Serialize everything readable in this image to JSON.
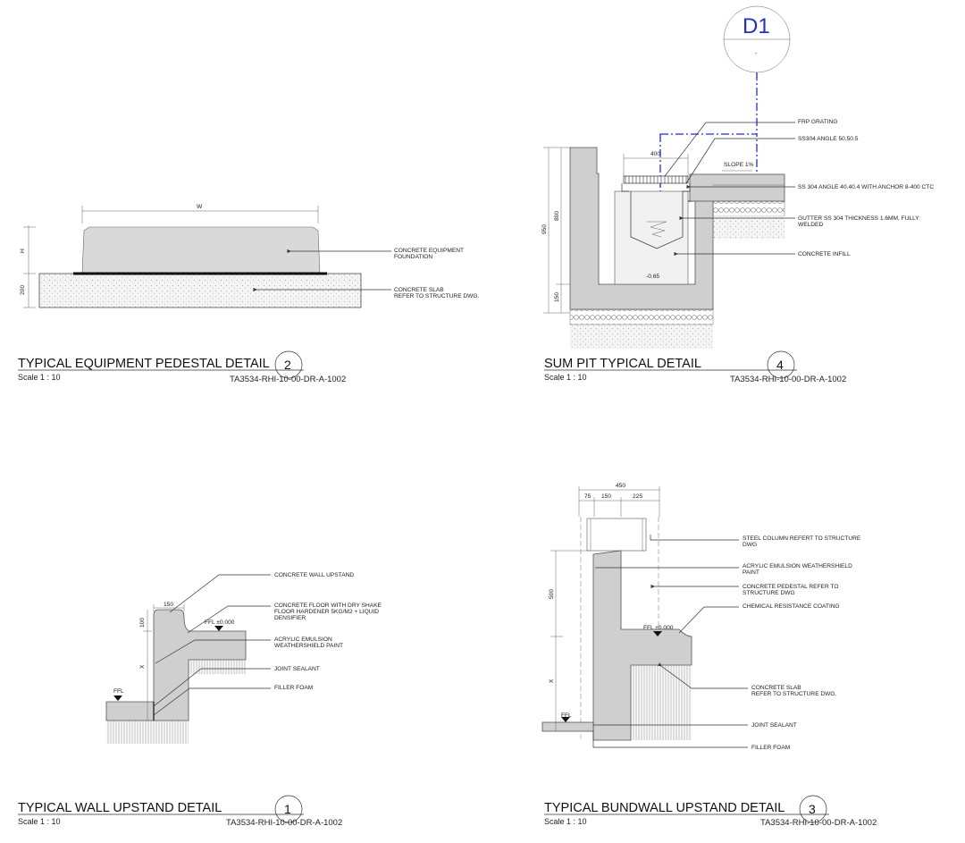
{
  "drawing": {
    "details": [
      {
        "id": "pedestal",
        "title": "TYPICAL EQUIPMENT PEDESTAL DETAIL",
        "number": "2",
        "scale": "Scale  1 : 10",
        "reference": "TA3534-RHI-10-00-DR-A-1002",
        "dimensions": {
          "width": "W",
          "height": "H",
          "slab": "200"
        },
        "labels": [
          {
            "text": "CONCRETE EQUIPMENT",
            "text2": "FOUNDATION"
          },
          {
            "text": "CONCRETE SLAB",
            "text2": "REFER TO STRUCTURE DWG."
          }
        ]
      },
      {
        "id": "sumpit",
        "title": "SUM PIT TYPICAL DETAIL",
        "number": "4",
        "scale": "Scale  1 : 10",
        "reference": "TA3534-RHI-10-00-DR-A-1002",
        "callout": {
          "tag": "D1",
          "sub": "-"
        },
        "dimensions": {
          "opening": "400",
          "overall": "950",
          "depth": "800",
          "base": "150",
          "level": "-0.65",
          "slope": "SLOPE 1%"
        },
        "labels": [
          {
            "text": "FRP GRATING",
            "text2": ""
          },
          {
            "text": "SS304 ANGLE 50.50.5",
            "text2": ""
          },
          {
            "text": "SS 304 ANGLE 40.40.4 WITH ANCHOR 8-400 CTC",
            "text2": ""
          },
          {
            "text": "GUTTER SS 304 THICKNESS 1.6MM, FULLY",
            "text2": "WELDED"
          },
          {
            "text": "CONCRETE INFILL",
            "text2": ""
          }
        ]
      },
      {
        "id": "wallupstand",
        "title": "TYPICAL WALL UPSTAND DETAIL",
        "number": "1",
        "scale": "Scale  1 : 10",
        "reference": "TA3534-RHI-10-00-DR-A-1002",
        "dimensions": {
          "width": "150",
          "top": "100",
          "height": "X",
          "ffl": "FFL ±0.000",
          "ffl_low": "FFL"
        },
        "labels": [
          {
            "text": "CONCRETE WALL UPSTAND",
            "text2": "",
            "text3": ""
          },
          {
            "text": "CONCRETE FLOOR WITH DRY SHAKE",
            "text2": "FLOOR HARDENER 5KG/M2 + LIQUID",
            "text3": "DENSIFIER"
          },
          {
            "text": "ACRYLIC EMULSION",
            "text2": "WEATHERSHIELD PAINT",
            "text3": ""
          },
          {
            "text": "JOINT SEALANT",
            "text2": "",
            "text3": ""
          },
          {
            "text": "FILLER FOAM",
            "text2": "",
            "text3": ""
          }
        ]
      },
      {
        "id": "bundwall",
        "title": "TYPICAL BUNDWALL UPSTAND DETAIL",
        "number": "3",
        "scale": "Scale  1 : 10",
        "reference": "TA3534-RHI-10-00-DR-A-1002",
        "dimensions": {
          "overall": "450",
          "a": "75",
          "b": "150",
          "c": "225",
          "height": "500",
          "x": "X",
          "ffl": "FFL ±0.000",
          "ffl_low": "FFL"
        },
        "labels": [
          {
            "text": "STEEL COLUMN REFERT TO STRUCTURE",
            "text2": "DWG"
          },
          {
            "text": "ACRYLIC EMULSION WEATHERSHIELD",
            "text2": "PAINT"
          },
          {
            "text": "CONCRETE PEDESTAL REFER TO",
            "text2": "STRUCTURE DWG"
          },
          {
            "text": "CHEMICAL RESISTANCE COATING",
            "text2": ""
          },
          {
            "text": "CONCRETE SLAB",
            "text2": "REFER TO STRUCTURE DWG."
          },
          {
            "text": "JOINT SEALANT",
            "text2": ""
          },
          {
            "text": "FILLER FOAM",
            "text2": ""
          }
        ]
      }
    ]
  }
}
